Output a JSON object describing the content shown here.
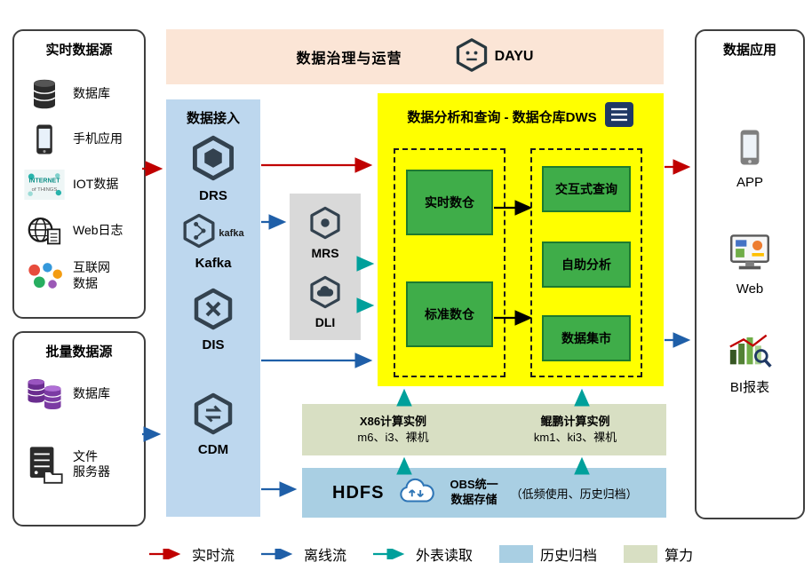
{
  "colors": {
    "realtime_flow": "#c00000",
    "offline_flow": "#1f5fa8",
    "external_read": "#00a09b",
    "archive_bg": "#a9cfe3",
    "compute_bg": "#d8dfc3",
    "banner_bg": "#fbe5d6",
    "ingest_bg": "#bdd7ee",
    "warehouse_bg": "#ffff00",
    "green_node": "#3fad49"
  },
  "banner": {
    "title": "数据治理与运营",
    "logo": "DAYU"
  },
  "realtime_sources": {
    "title": "实时数据源",
    "items": [
      {
        "label": "数据库",
        "icon": "database-icon"
      },
      {
        "label": "手机应用",
        "icon": "mobile-app-icon"
      },
      {
        "label": "IOT数据",
        "icon": "iot-image-icon"
      },
      {
        "label": "Web日志",
        "icon": "web-log-icon"
      },
      {
        "label": "互联网\n数据",
        "icon": "internet-data-icon"
      }
    ]
  },
  "batch_sources": {
    "title": "批量数据源",
    "items": [
      {
        "label": "数据库",
        "icon": "database-purple-icon"
      },
      {
        "label": "文件\n服务器",
        "icon": "file-server-icon"
      }
    ]
  },
  "ingest": {
    "title": "数据接入",
    "items": [
      {
        "label": "DRS"
      },
      {
        "label": "Kafka",
        "sub": "kafka"
      },
      {
        "label": "DIS"
      },
      {
        "label": "CDM"
      }
    ]
  },
  "middleware": {
    "items": [
      {
        "label": "MRS"
      },
      {
        "label": "DLI"
      }
    ]
  },
  "warehouse": {
    "title": "数据分析和查询 - 数据仓库DWS",
    "left_nodes": [
      {
        "label": "实时数仓"
      },
      {
        "label": "标准数仓"
      }
    ],
    "right_nodes": [
      {
        "label": "交互式查询"
      },
      {
        "label": "自助分析"
      },
      {
        "label": "数据集市"
      }
    ]
  },
  "compute": {
    "x86": {
      "title": "X86计算实例",
      "sub": "m6、i3、裸机"
    },
    "kunpeng": {
      "title": "鲲鹏计算实例",
      "sub": "km1、ki3、裸机"
    }
  },
  "storage": {
    "hdfs": "HDFS",
    "obs": "OBS统一\n数据存储",
    "note": "（低频使用、历史归档）"
  },
  "applications": {
    "title": "数据应用",
    "items": [
      {
        "label": "APP"
      },
      {
        "label": "Web"
      },
      {
        "label": "BI报表"
      }
    ]
  },
  "legend": {
    "realtime": "实时流",
    "offline": "离线流",
    "external": "外表读取",
    "archive": "历史归档",
    "compute": "算力"
  }
}
